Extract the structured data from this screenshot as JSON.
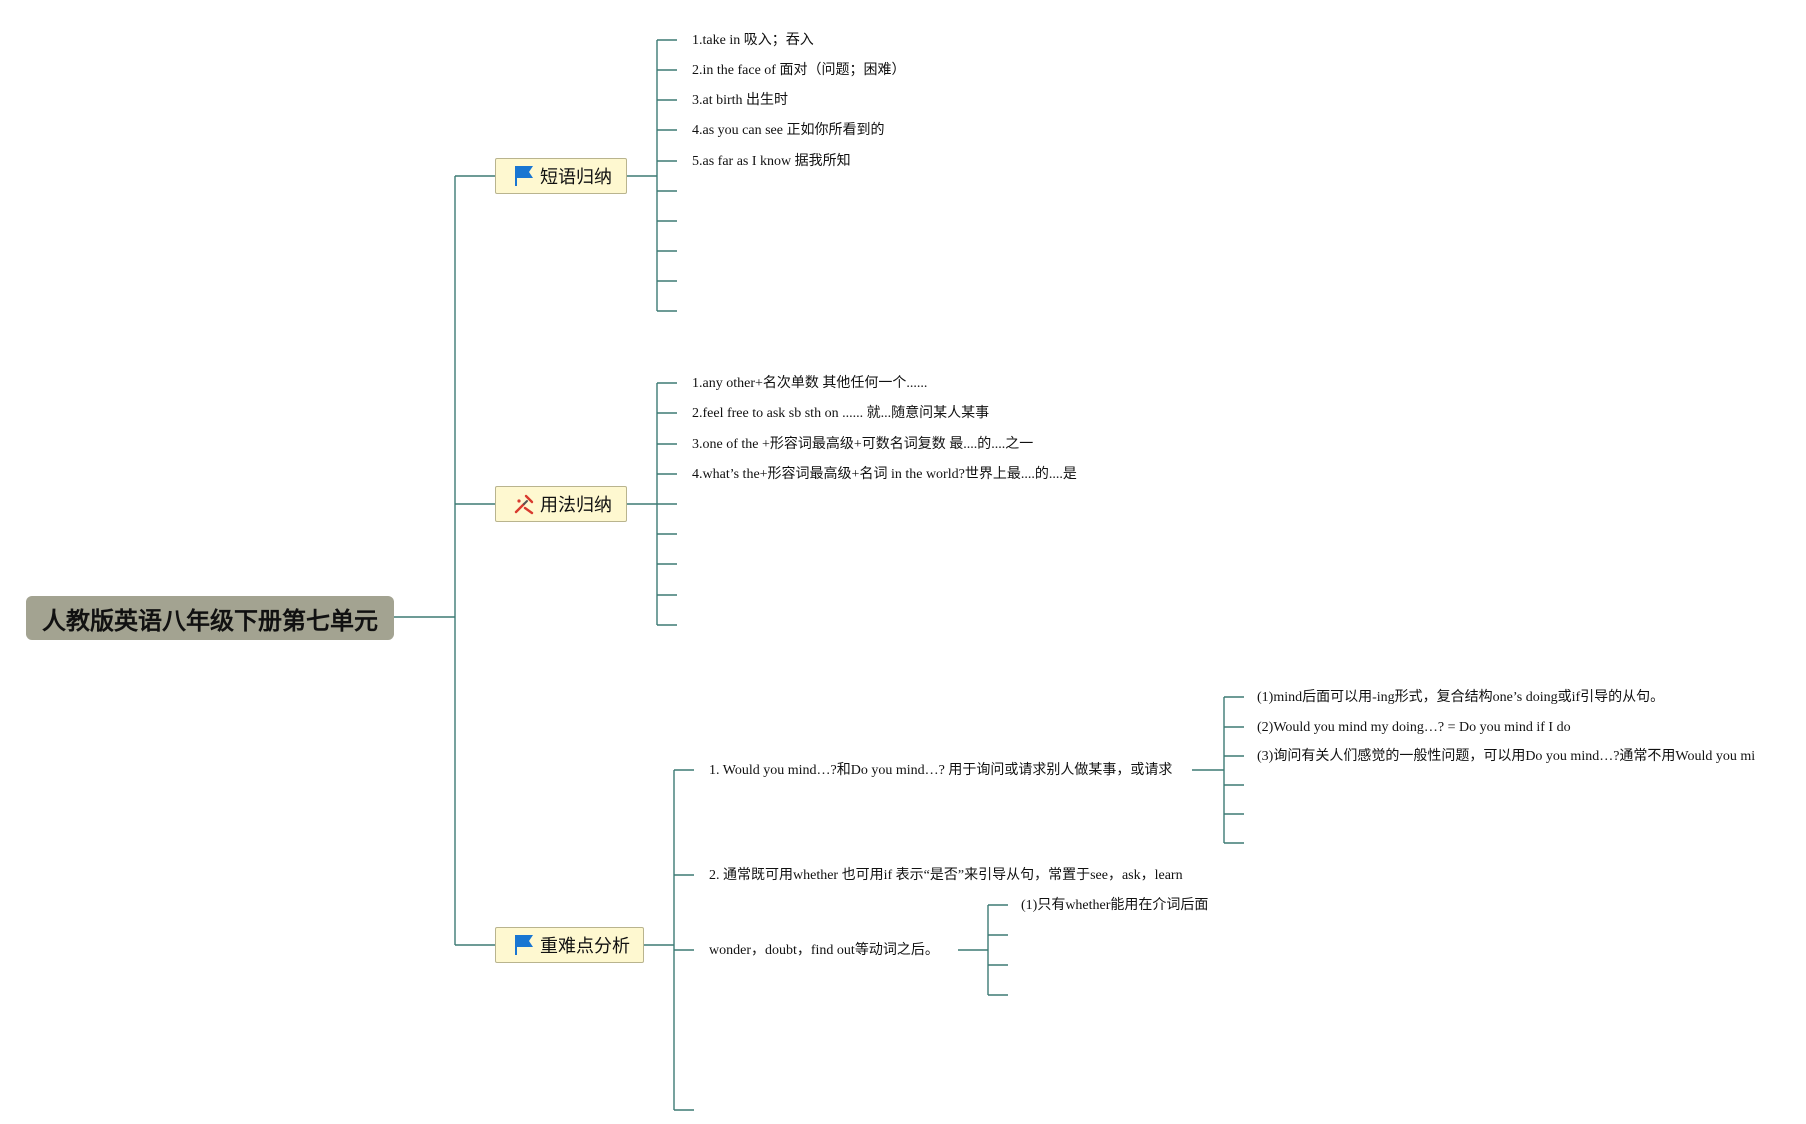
{
  "root": {
    "title": "人教版英语八年级下册第七单元"
  },
  "branches": [
    {
      "label": "短语归纳",
      "icon": "flag-icon",
      "items": [
        "1.take in 吸入；吞入",
        "2.in the face of 面对（问题；困难）",
        "3.at birth 出生时",
        "4.as you can see 正如你所看到的",
        "5.as far as I know 据我所知"
      ]
    },
    {
      "label": "用法归纳",
      "icon": "tools-icon",
      "items": [
        "1.any other+名次单数 其他任何一个......",
        "2.feel free to ask sb sth on ...... 就...随意问某人某事",
        "3.one of the +形容词最高级+可数名词复数 最....的....之一",
        "4.what’s the+形容词最高级+名词 in the world?世界上最....的....是"
      ]
    },
    {
      "label": "重难点分析",
      "icon": "flag-icon",
      "points": [
        {
          "text": "1. Would you mind…?和Do you mind…? 用于询问或请求别人做某事，或请求",
          "children": [
            "(1)mind后面可以用-ing形式，复合结构one’s doing或if引导的从句。",
            "(2)Would you mind my doing…? = Do you mind if I do",
            "(3)询问有关人们感觉的一般性问题，可以用Do you mind…?通常不用Would you mi"
          ]
        },
        {
          "text": "2. 通常既可用whether 也可用if 表示“是否”来引导从句，常置于see，ask，learn",
          "text2": "wonder，doubt，find out等动词之后。",
          "children": [
            "(1)只有whether能用在介词后面"
          ]
        }
      ]
    }
  ],
  "colors": {
    "connector": "#3d7a74",
    "root_fill": "#a3a391",
    "topic_fill": "#fef8d0",
    "topic_border": "#b9b48e",
    "flag": "#1976d2",
    "tools": "#d83a2e"
  }
}
